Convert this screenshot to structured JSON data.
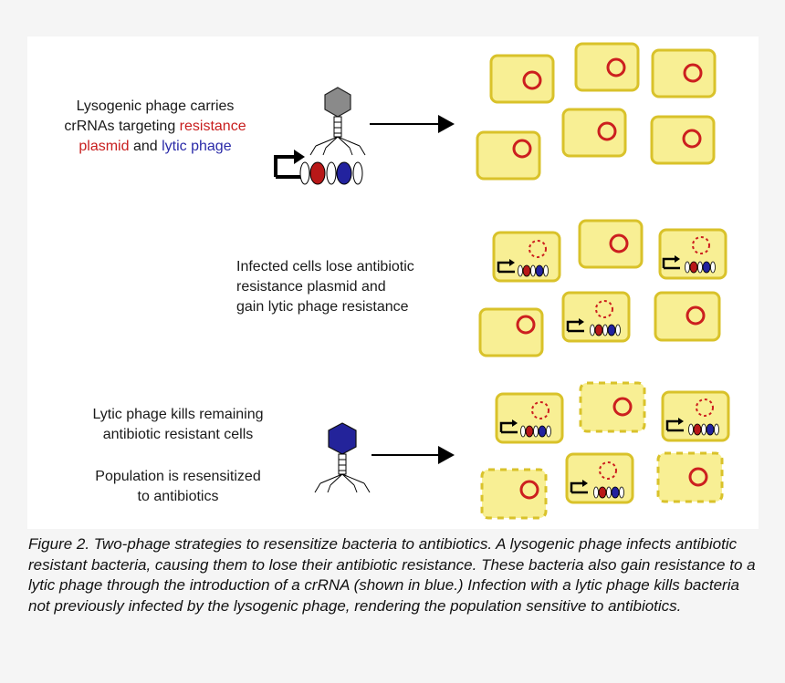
{
  "row1": {
    "line1": "Lysogenic phage carries",
    "line2": "crRNAs targeting",
    "resistance": "resistance",
    "plasmid": "plasmid",
    "and": " and ",
    "lytic": "lytic phage"
  },
  "row2": {
    "line1": "Infected cells lose antibiotic",
    "line2": "resistance plasmid and",
    "line3": "gain lytic phage resistance"
  },
  "row3": {
    "line1": "Lytic phage kills remaining",
    "line2": "antibiotic resistant cells",
    "line3": "Population is resensitized",
    "line4": "to antibiotics"
  },
  "caption": "Figure 2. Two-phage strategies to resensitize bacteria to antibiotics. A lysogenic phage infects antibiotic resistant bacteria, causing them to lose their antibiotic resistance. These bacteria also gain resistance to a lytic phage through the introduction of a crRNA (shown in blue.) Infection with a lytic phage kills bacteria not previously infected by the lysogenic phage, rendering the population sensitive to antibiotics.",
  "colors": {
    "cell_fill": "#f8ef94",
    "cell_stroke": "#d9c22a",
    "plasmid": "#cc1f1f",
    "lysogenic_head": "#8a8a8a",
    "lytic_head": "#23239a",
    "spacer_red": "#b81818",
    "spacer_blue": "#22229e",
    "text_red": "#c81e1e",
    "text_blue": "#2a2aa8"
  },
  "icons": {
    "lysogenic_phage": "phage-icon",
    "lytic_phage": "phage-icon",
    "crispr_array": "crispr-array-icon",
    "promoter": "promoter-arrow-icon",
    "plasmid": "plasmid-circle-icon"
  }
}
